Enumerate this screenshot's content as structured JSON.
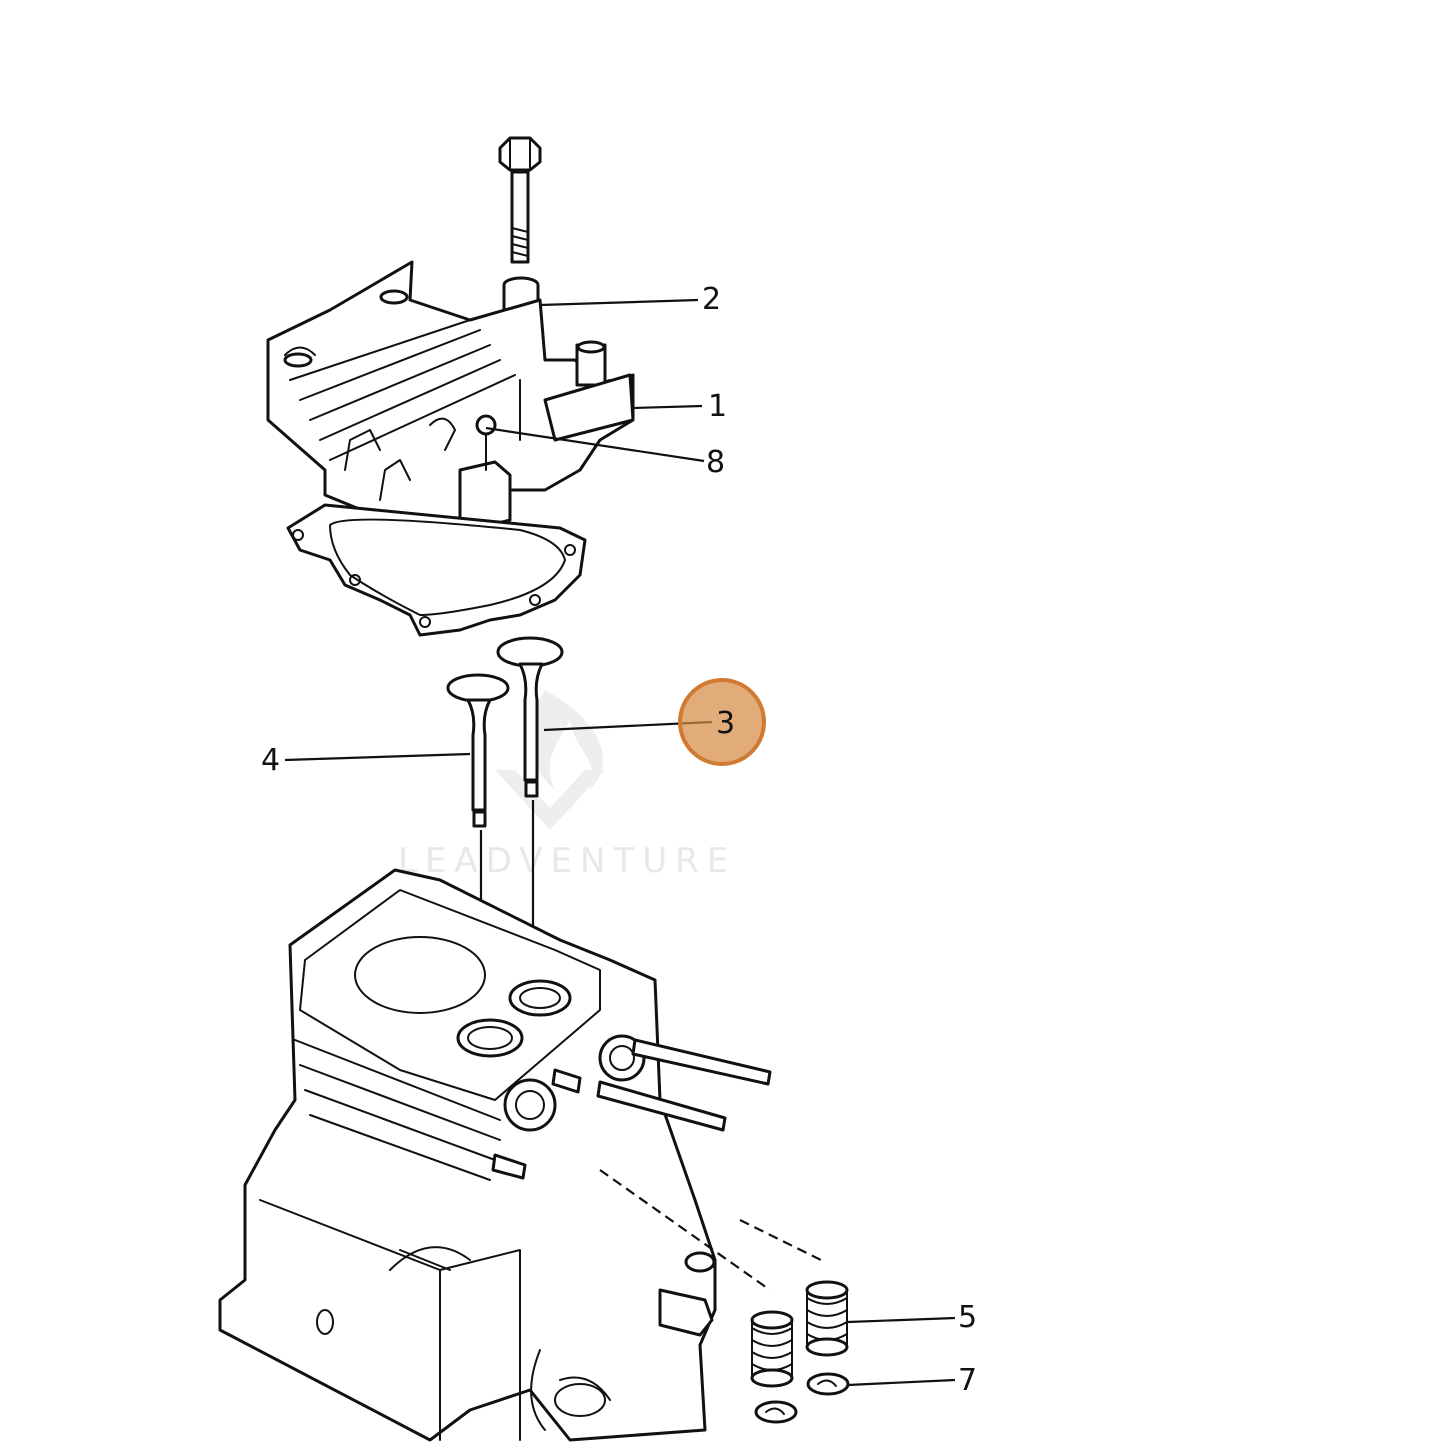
{
  "callouts": [
    {
      "id": "1",
      "label": "1"
    },
    {
      "id": "2",
      "label": "2"
    },
    {
      "id": "3",
      "label": "3"
    },
    {
      "id": "4",
      "label": "4"
    },
    {
      "id": "5",
      "label": "5"
    },
    {
      "id": "7",
      "label": "7"
    },
    {
      "id": "8",
      "label": "8"
    }
  ],
  "highlighted_callout": "3",
  "highlight_color": "#d68c46",
  "watermark": "LEADVENTURE"
}
